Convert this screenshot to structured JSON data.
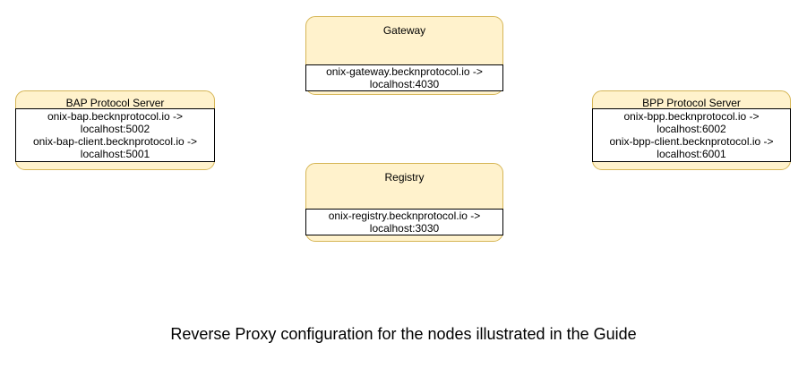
{
  "caption": "Reverse Proxy configuration for the nodes illustrated in the Guide",
  "colors": {
    "node_fill": "#FFF2CC",
    "node_border": "#D6B656",
    "mapping_fill": "#FFFFFF",
    "mapping_border": "#000000",
    "text": "#000000",
    "background": "#FFFFFF"
  },
  "nodes": {
    "gateway": {
      "title": "Gateway",
      "lines": [
        "onix-gateway.becknprotocol.io ->",
        "localhost:4030"
      ]
    },
    "bap": {
      "title": "BAP Protocol Server",
      "lines": [
        "onix-bap.becknprotocol.io ->",
        "localhost:5002",
        "onix-bap-client.becknprotocol.io ->",
        "localhost:5001"
      ]
    },
    "bpp": {
      "title": "BPP Protocol Server",
      "lines": [
        "onix-bpp.becknprotocol.io ->",
        "localhost:6002",
        "onix-bpp-client.becknprotocol.io ->",
        "localhost:6001"
      ]
    },
    "registry": {
      "title": "Registry",
      "lines": [
        "onix-registry.becknprotocol.io ->",
        "localhost:3030"
      ]
    }
  }
}
